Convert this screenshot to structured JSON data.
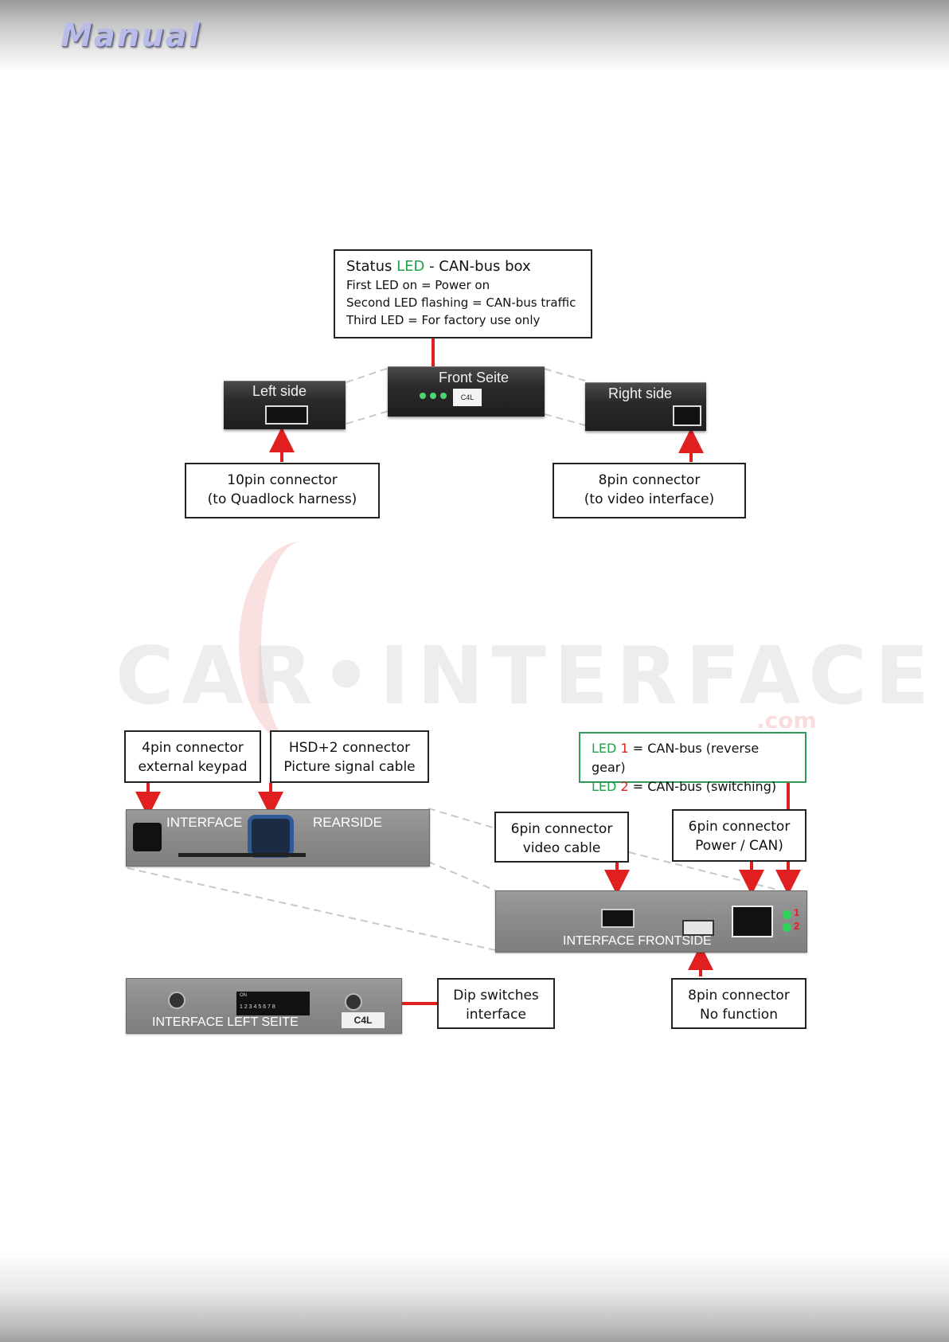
{
  "header": {
    "brand": "Manual"
  },
  "watermark": {
    "text": "CAR•INTERFACE",
    "suffix": ".com"
  },
  "canbus_box": {
    "status": {
      "title_pre": "Status ",
      "title_led": "LED",
      "title_post": " - CAN-bus box",
      "lines": [
        "First LED on = Power on",
        "Second LED flashing = CAN-bus traffic",
        "Third LED = For factory use only"
      ]
    },
    "left_side_label": "Left side",
    "front_label": "Front Seite",
    "right_side_label": "Right side",
    "front_badge": "C4L",
    "connector_10pin": {
      "line1": "10pin connector",
      "line2": "(to Quadlock harness)"
    },
    "connector_8pin": {
      "line1": "8pin connector",
      "line2": "(to video interface)"
    }
  },
  "video_interface": {
    "rear_plate": {
      "left_text": "INTERFACE",
      "right_text": "REARSIDE"
    },
    "front_plate": {
      "text": "INTERFACE   FRONTSIDE",
      "led1": "1",
      "led2": "2"
    },
    "left_plate": {
      "text": "INTERFACE   LEFT SEITE",
      "badge": "C4L",
      "dip_numbers": "1 2 3 4 5 6 7 8",
      "dip_on": "ON"
    },
    "label_4pin": {
      "line1": "4pin connector",
      "line2": "external keypad"
    },
    "label_hsd": {
      "line1": "HSD+2 connector",
      "line2": "Picture signal cable"
    },
    "label_6pin_video": {
      "line1": "6pin connector",
      "line2": "video cable"
    },
    "label_6pin_power": {
      "line1": "6pin connector",
      "line2": "Power / CAN)"
    },
    "label_dip": {
      "line1": "Dip switches",
      "line2": "interface"
    },
    "label_8pin": {
      "line1": "8pin connector",
      "line2": "No function"
    },
    "led_legend": {
      "row1_led": "LED",
      "row1_num": "1",
      "row1_text": " = CAN-bus (reverse gear)",
      "row2_led": "LED",
      "row2_num": "2",
      "row2_text": " = CAN-bus (switching)"
    }
  },
  "colors": {
    "arrow": "#e02020",
    "led_green": "#1fa24a",
    "led_red": "#e02020"
  }
}
